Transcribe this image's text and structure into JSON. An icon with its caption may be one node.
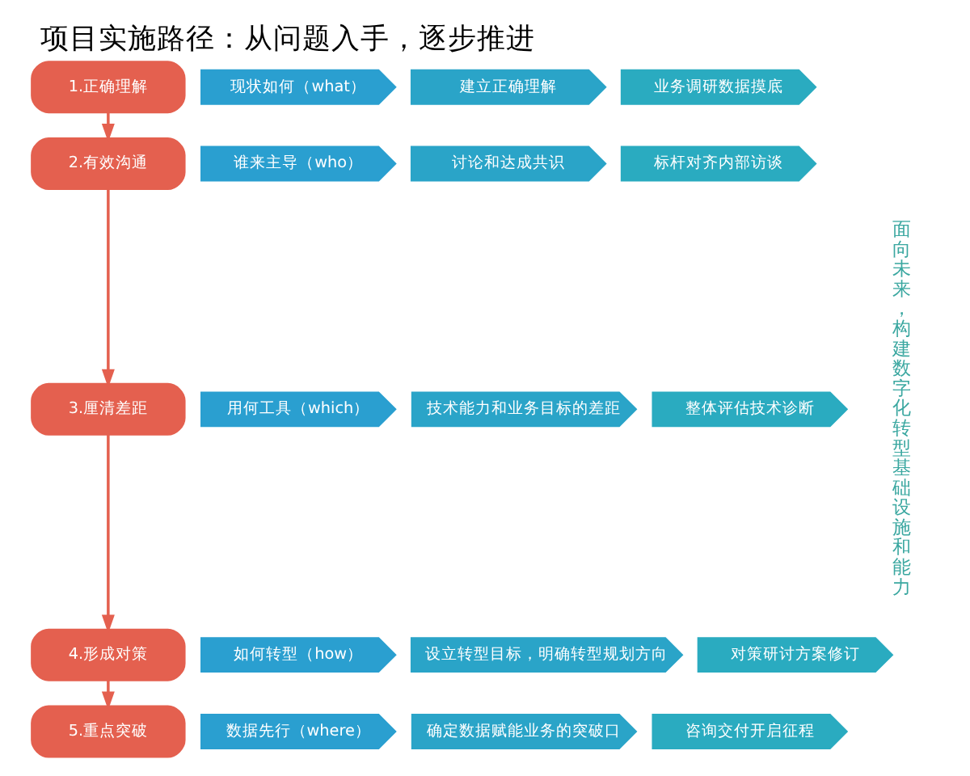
{
  "diagram": {
    "title": "项目实施路径：从问题入手，逐步推进",
    "nodes": [
      {
        "text": [
          "1.正确理解"
        ]
      },
      {
        "text": [
          "现状如何（what）"
        ]
      },
      {
        "text": [
          "建立正确理解"
        ]
      },
      {
        "text": [
          "业务调研数据摸底"
        ]
      },
      {
        "text": [
          "2.有效沟通"
        ]
      },
      {
        "text": [
          "谁来主导（who）"
        ]
      },
      {
        "text": [
          "讨论和达成共识"
        ]
      },
      {
        "text": [
          "标杆对齐内部访谈"
        ]
      },
      {
        "text": [
          "3.厘清差距"
        ]
      },
      {
        "text": [
          "用何工具（which）"
        ]
      },
      {
        "text": [
          "技术能力和业务目标的差距"
        ]
      },
      {
        "text": [
          "整体评估技术诊断"
        ]
      },
      {
        "text": [
          "4.形成对策"
        ]
      },
      {
        "text": [
          "如何转型（how）"
        ]
      },
      {
        "text": [
          "设立转型目标，明确转型规划方向"
        ]
      },
      {
        "text": [
          "对策研讨方案修订"
        ]
      },
      {
        "text": [
          "5.重点突破"
        ]
      },
      {
        "text": [
          "数据先行（where）"
        ]
      },
      {
        "text": [
          "确定数据赋能业务的突破口"
        ]
      },
      {
        "text": [
          "咨询交付开启征程"
        ]
      }
    ],
    "edges": [
      {
        "from": 0,
        "to": 4,
        "arrow": "to"
      },
      {
        "from": 4,
        "to": 8,
        "arrow": "to"
      },
      {
        "from": 8,
        "to": 12,
        "arrow": "to"
      },
      {
        "from": 12,
        "to": 16,
        "arrow": "to"
      }
    ],
    "labels": [
      "面向未来，构建数字化转型基础设施和能力"
    ]
  }
}
